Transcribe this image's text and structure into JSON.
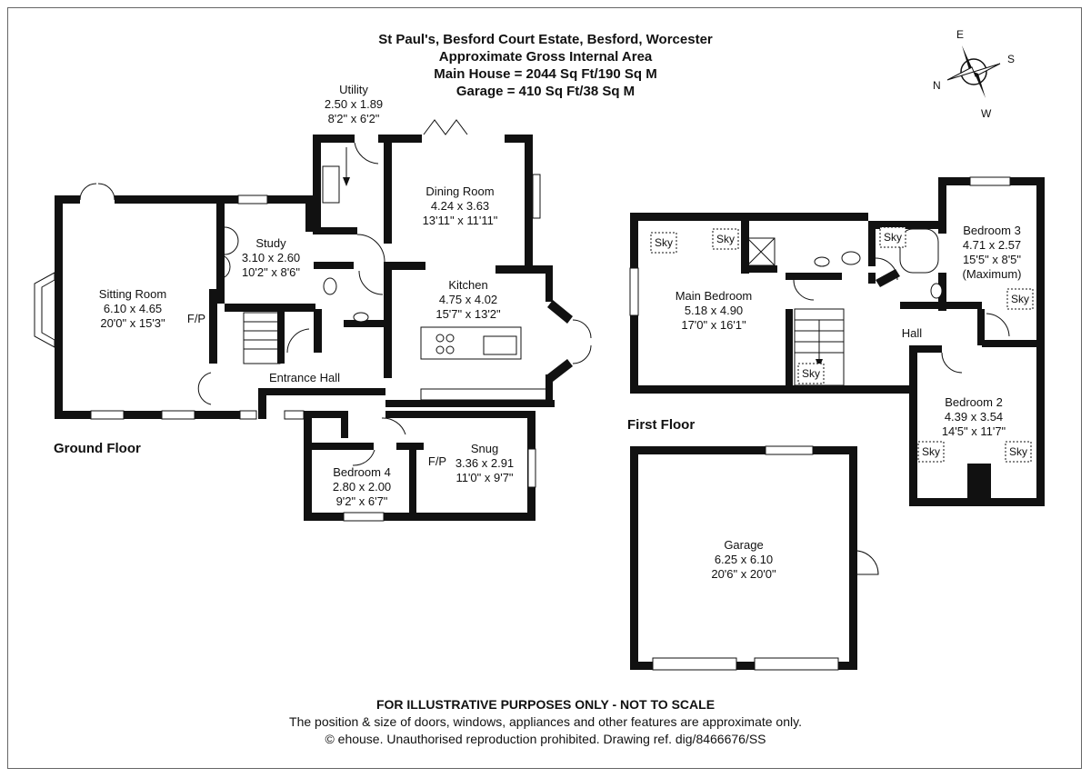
{
  "header": {
    "address": "St Paul's, Besford Court Estate, Besford, Worcester",
    "area_heading": "Approximate Gross Internal Area",
    "main_house": "Main House = 2044 Sq Ft/190 Sq M",
    "garage": "Garage = 410 Sq Ft/38 Sq M"
  },
  "compass": {
    "e": "E",
    "s": "S",
    "n": "N",
    "w": "W"
  },
  "floors": {
    "ground": "Ground Floor",
    "first": "First Floor"
  },
  "rooms": {
    "utility": {
      "name": "Utility",
      "metric": "2.50 x 1.89",
      "imperial": "8'2\" x 6'2\""
    },
    "dining": {
      "name": "Dining Room",
      "metric": "4.24 x 3.63",
      "imperial": "13'11\" x 11'11\""
    },
    "study": {
      "name": "Study",
      "metric": "3.10 x 2.60",
      "imperial": "10'2\" x 8'6\""
    },
    "sitting": {
      "name": "Sitting Room",
      "metric": "6.10 x 4.65",
      "imperial": "20'0\" x 15'3\""
    },
    "kitchen": {
      "name": "Kitchen",
      "metric": "4.75 x 4.02",
      "imperial": "15'7\" x 13'2\""
    },
    "entrance": {
      "name": "Entrance Hall"
    },
    "snug": {
      "name": "Snug",
      "metric": "3.36 x 2.91",
      "imperial": "11'0\" x 9'7\""
    },
    "bedroom4": {
      "name": "Bedroom 4",
      "metric": "2.80 x 2.00",
      "imperial": "9'2\" x 6'7\""
    },
    "main_bedroom": {
      "name": "Main Bedroom",
      "metric": "5.18 x 4.90",
      "imperial": "17'0\" x 16'1\""
    },
    "bedroom3": {
      "name": "Bedroom 3",
      "metric": "4.71 x 2.57",
      "imperial": "15'5\" x 8'5\"",
      "note": "(Maximum)"
    },
    "hall": {
      "name": "Hall"
    },
    "bedroom2": {
      "name": "Bedroom 2",
      "metric": "4.39 x 3.54",
      "imperial": "14'5\" x 11'7\""
    },
    "garage": {
      "name": "Garage",
      "metric": "6.25 x 6.10",
      "imperial": "20'6\" x 20'0\""
    }
  },
  "labels": {
    "fp": "F/P",
    "sky": "Sky"
  },
  "footer": {
    "disclaimer": "FOR ILLUSTRATIVE PURPOSES ONLY - NOT TO SCALE",
    "note": "The position & size of doors, windows, appliances and other features are approximate only.",
    "copyright": "© ehouse. Unauthorised reproduction prohibited. Drawing ref. dig/8466676/SS"
  }
}
